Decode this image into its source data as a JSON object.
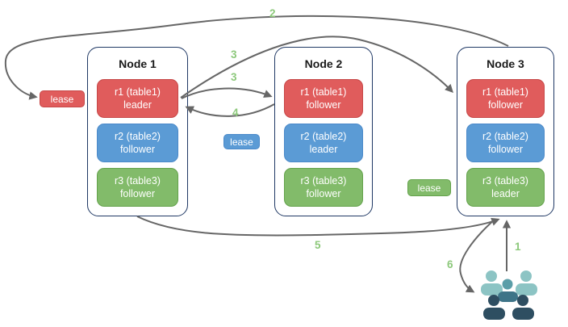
{
  "nodes": [
    {
      "title": "Node 1",
      "replicas": [
        {
          "name": "r1 (table1)",
          "role": "leader"
        },
        {
          "name": "r2 (table2)",
          "role": "follower"
        },
        {
          "name": "r3 (table3)",
          "role": "follower"
        }
      ]
    },
    {
      "title": "Node 2",
      "replicas": [
        {
          "name": "r1 (table1)",
          "role": "follower"
        },
        {
          "name": "r2 (table2)",
          "role": "leader"
        },
        {
          "name": "r3 (table3)",
          "role": "follower"
        }
      ]
    },
    {
      "title": "Node 3",
      "replicas": [
        {
          "name": "r1 (table1)",
          "role": "follower"
        },
        {
          "name": "r2 (table2)",
          "role": "follower"
        },
        {
          "name": "r3 (table3)",
          "role": "leader"
        }
      ]
    }
  ],
  "leases": [
    {
      "label": "lease",
      "color": "#e05c5c"
    },
    {
      "label": "lease",
      "color": "#5b9bd5"
    },
    {
      "label": "lease",
      "color": "#82bb6a"
    }
  ],
  "steps": {
    "s1": "1",
    "s2": "2",
    "s3a": "3",
    "s3b": "3",
    "s4": "4",
    "s5": "5",
    "s6": "6"
  },
  "colors": {
    "replica_red": "#e05c5c",
    "replica_blue": "#5b9bd5",
    "replica_green": "#82bb6a",
    "node_border": "#1f3864",
    "arrow": "#666666",
    "step_label": "#8cc87a",
    "users_light": "#8cc4c4",
    "users_mid_head": "#5b9ea8",
    "users_mid_body": "#3e7488",
    "users_dark": "#2e4e61"
  },
  "icons": {
    "users": "users-icon"
  }
}
